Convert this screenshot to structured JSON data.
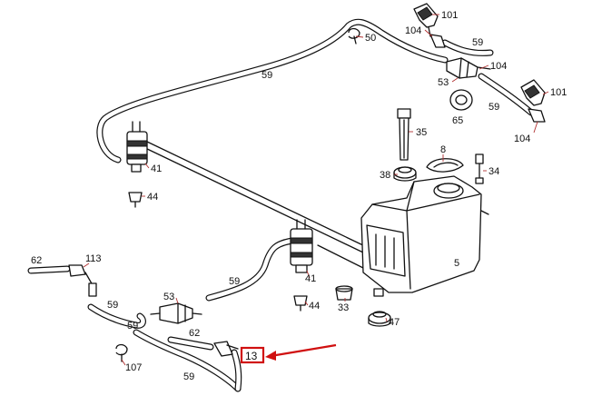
{
  "labels": [
    {
      "id": "l101a",
      "text": "101"
    },
    {
      "id": "l104a",
      "text": "104"
    },
    {
      "id": "l50",
      "text": "50"
    },
    {
      "id": "l59a",
      "text": "59"
    },
    {
      "id": "l104b",
      "text": "104"
    },
    {
      "id": "l59b",
      "text": "59"
    },
    {
      "id": "l53a",
      "text": "53"
    },
    {
      "id": "l101b",
      "text": "101"
    },
    {
      "id": "l65",
      "text": "65"
    },
    {
      "id": "l59c",
      "text": "59"
    },
    {
      "id": "l104c",
      "text": "104"
    },
    {
      "id": "l35",
      "text": "35"
    },
    {
      "id": "l8",
      "text": "8"
    },
    {
      "id": "l41a",
      "text": "41"
    },
    {
      "id": "l38",
      "text": "38"
    },
    {
      "id": "l34",
      "text": "34"
    },
    {
      "id": "l44a",
      "text": "44"
    },
    {
      "id": "l5",
      "text": "5"
    },
    {
      "id": "l62a",
      "text": "62"
    },
    {
      "id": "l113",
      "text": "113"
    },
    {
      "id": "l59d",
      "text": "59"
    },
    {
      "id": "l41b",
      "text": "41"
    },
    {
      "id": "l59e",
      "text": "59"
    },
    {
      "id": "l53b",
      "text": "53"
    },
    {
      "id": "l44b",
      "text": "44"
    },
    {
      "id": "l33",
      "text": "33"
    },
    {
      "id": "l47",
      "text": "47"
    },
    {
      "id": "l59f",
      "text": "59"
    },
    {
      "id": "l62b",
      "text": "62"
    },
    {
      "id": "l107",
      "text": "107"
    },
    {
      "id": "l59g",
      "text": "59"
    }
  ],
  "highlight": {
    "text": "13",
    "color": "#d01010"
  },
  "colors": {
    "leader": "#b03030",
    "line": "#111111",
    "arrow": "#d01010"
  }
}
